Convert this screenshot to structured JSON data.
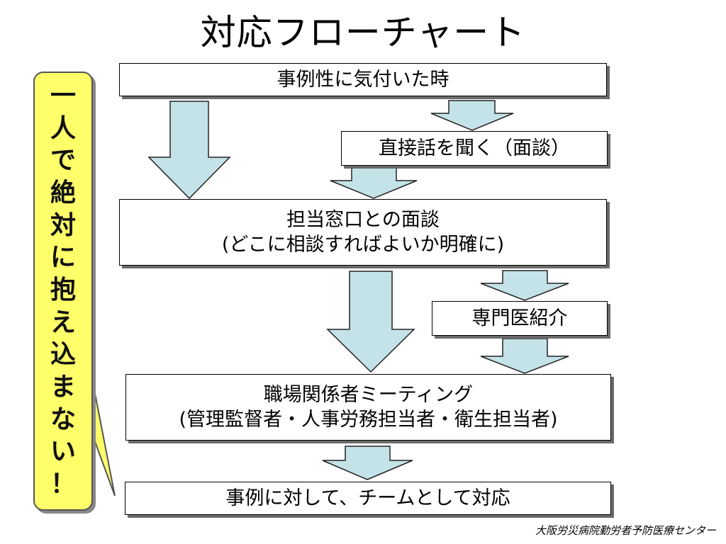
{
  "title": "対応フローチャート",
  "steps": [
    {
      "line1": "事例性に気付いた時",
      "line2": ""
    },
    {
      "line1": "直接話を聞く（面談）",
      "line2": ""
    },
    {
      "line1": "担当窓口との面談",
      "line2": "(どこに相談すればよいか明確に)"
    },
    {
      "line1": "専門医紹介",
      "line2": ""
    },
    {
      "line1": "職場関係者ミーティング",
      "line2": "(管理監督者・人事労務担当者・衛生担当者)"
    },
    {
      "line1": "事例に対して、チームとして対応",
      "line2": ""
    }
  ],
  "callout": {
    "chars": [
      "一",
      "人",
      "で",
      "絶",
      "対",
      "に",
      "抱",
      "え",
      "込",
      "ま",
      "な",
      "い",
      "！"
    ],
    "fill_color": "#ffff6a"
  },
  "footer": "大阪労災病院勤労者予防医療センター",
  "colors": {
    "arrow_fill": "#c4e3e8",
    "shadow": "#6b6b6b"
  }
}
